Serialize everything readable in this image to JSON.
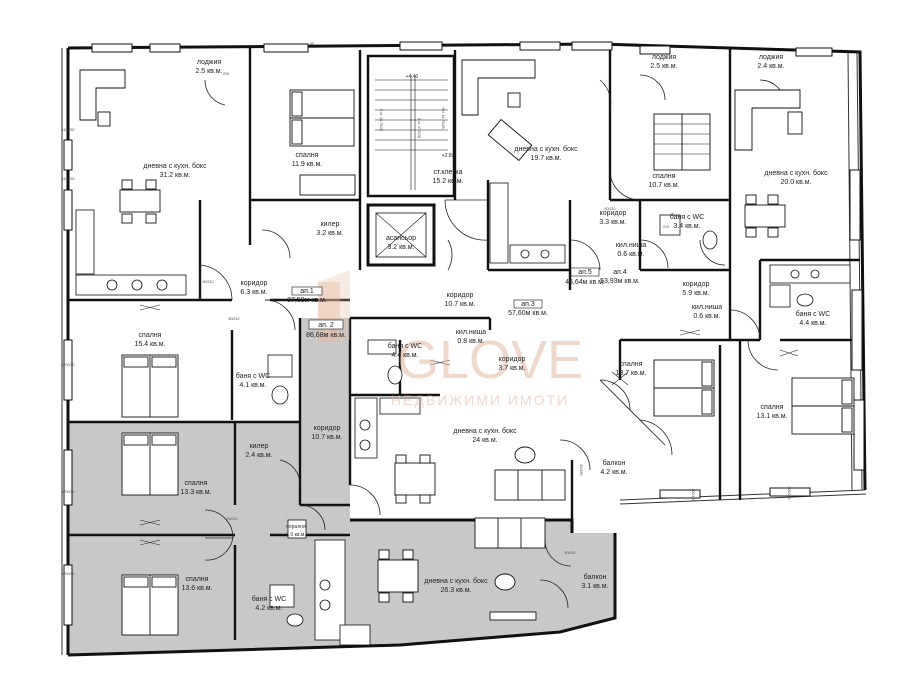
{
  "rooms": {
    "lodzhia_nw": {
      "name": "лоджия",
      "area": "2.5 кв.м."
    },
    "dnevna_nw": {
      "name": "дневна с кухн. бокс",
      "area": "31.2 кв.м."
    },
    "spalnia_n1": {
      "name": "спалня",
      "area": "11.9 кв.м."
    },
    "kiler_1": {
      "name": "килер",
      "area": "3.2 кв.м."
    },
    "st_kletka": {
      "name": "ст.клетка",
      "area": "15.2 кв.м."
    },
    "asansior": {
      "name": "асансьор",
      "area": "3.2 кв.м."
    },
    "dnevna_n": {
      "name": "дневна с кухн. бокс",
      "area": "19.7 кв.м."
    },
    "lodzhia_n": {
      "name": "лоджия",
      "area": "2.5 кв.м."
    },
    "spalnia_n2": {
      "name": "спалня",
      "area": "10.7 кв.м."
    },
    "lodzhia_ne": {
      "name": "лоджия",
      "area": "2.4 кв.м."
    },
    "dnevna_ne": {
      "name": "дневна с кухн. бокс",
      "area": "20.0 кв.м."
    },
    "koridor_n": {
      "name": "коридор",
      "area": "3.3 кв.м."
    },
    "bania_n": {
      "name": "баня с WC",
      "area": "3.4 кв.м."
    },
    "kil_nisha_1": {
      "name": "кил.ниша",
      "area": "0.6 кв.м."
    },
    "koridor_e": {
      "name": "коридор",
      "area": "5.9 кв.м."
    },
    "kil_nisha_2": {
      "name": "кил.ниша",
      "area": "0.6 кв.м."
    },
    "bania_e": {
      "name": "баня с WC",
      "area": "4.4 кв.м."
    },
    "koridor_w": {
      "name": "коридор",
      "area": "6.3 кв.м."
    },
    "spalnia_w1": {
      "name": "спалня",
      "area": "15.4 кв.м."
    },
    "bania_w": {
      "name": "баня с WC",
      "area": "4.1 кв.м."
    },
    "koridor_c": {
      "name": "коридор",
      "area": "10.7 кв.м."
    },
    "kil_nisha_3": {
      "name": "кил.ниша",
      "area": "0.8 кв.м."
    },
    "bania_c": {
      "name": "баня с WC",
      "area": "4.4 кв.м."
    },
    "koridor_c2": {
      "name": "коридор",
      "area": "3.7 кв.м."
    },
    "spalnia_c": {
      "name": "спалня",
      "area": "13.7 кв.м."
    },
    "spalnia_e": {
      "name": "спалня",
      "area": "13.1 кв.м."
    },
    "dnevna_c": {
      "name": "дневна с кухн. бокс",
      "area": "24 кв.м."
    },
    "balkon_c": {
      "name": "балкон",
      "area": "4.2 кв.м."
    },
    "kiler_2": {
      "name": "килер",
      "area": "2.4 кв.м."
    },
    "koridor_sw": {
      "name": "коридор",
      "area": "10.7 кв.м."
    },
    "spalnia_w2": {
      "name": "спалня",
      "area": "13.3 кв.м."
    },
    "spalnia_w3": {
      "name": "спалня",
      "area": "13.6 кв.м."
    },
    "peralnia": {
      "name": "пералня",
      "area": "1.0 кв.м."
    },
    "bania_sw": {
      "name": "баня с WC",
      "area": "4.2 кв.м."
    },
    "dnevna_s": {
      "name": "дневна с кухн. бокс",
      "area": "26.3 кв.м."
    },
    "balkon_s": {
      "name": "балкон",
      "area": "3.1 кв.м."
    }
  },
  "apartments": {
    "ap1": {
      "name": "ап.1",
      "area": "87,59м кв.м."
    },
    "ap2": {
      "name": "ап. 2",
      "area": "86,68м кв.м."
    },
    "ap3": {
      "name": "ап.3",
      "area": "57,60м кв.м."
    },
    "ap4": {
      "name": "ап.4",
      "area": "53,93м кв.м."
    },
    "ap5": {
      "name": "ап.5",
      "area": "46,64м кв.м."
    }
  },
  "stair_marks": {
    "elev_top": "+4.40",
    "elev_mid": "+2.89",
    "run1": "9 ст. 16,76/28",
    "run2": "8 ст. 17,0/28",
    "run3": "9ст. 16,76/28"
  },
  "dims": {
    "d1": "110/235",
    "d2": "110/235",
    "d3": "170/150",
    "d4": "170/150",
    "d5": "170/150",
    "d6": "100/150",
    "d7": "100/150",
    "d8": "60/150",
    "d9": "90/210",
    "d10": "80/210",
    "d11": "70/210",
    "d12": "225",
    "d13": "210",
    "d14": "85",
    "d15": "80/210",
    "d16": "90/210"
  },
  "watermark": {
    "brand": "GLOVE",
    "tagline": "НЕДВИЖИМИ ИМОТИ"
  },
  "colors": {
    "wall": "#111111",
    "highlight": "#c8c8c8",
    "line": "#333333",
    "watermark": "#e3b8a0"
  }
}
